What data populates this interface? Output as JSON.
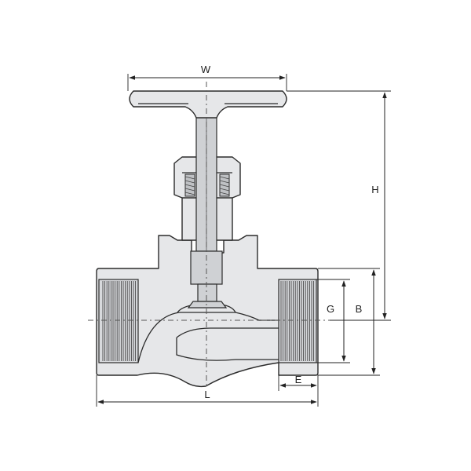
{
  "dimensions": {
    "W": "W",
    "H": "H",
    "G": "G",
    "B": "B",
    "E": "E",
    "L": "L"
  },
  "colors": {
    "body_fill": "#e6e7e9",
    "stem_fill": "#cfd1d4",
    "outline": "#2b2b2b"
  }
}
